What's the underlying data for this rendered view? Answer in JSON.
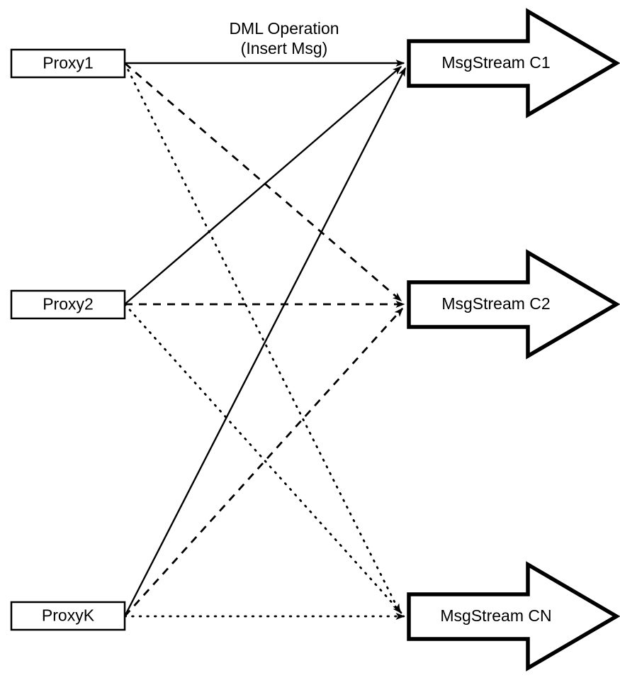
{
  "diagram": {
    "title": "Proxy to MsgStream fan-out diagram",
    "background_color": "#ffffff",
    "stroke_color": "#000000",
    "annotations": {
      "dml_line1": "DML Operation",
      "dml_line2": "(Insert Msg)"
    },
    "proxies": [
      {
        "id": "proxy1",
        "label": "Proxy1"
      },
      {
        "id": "proxy2",
        "label": "Proxy2"
      },
      {
        "id": "proxyK",
        "label": "ProxyK"
      }
    ],
    "streams": [
      {
        "id": "stream-c1",
        "label": "MsgStream C1"
      },
      {
        "id": "stream-c2",
        "label": "MsgStream C2"
      },
      {
        "id": "stream-cn",
        "label": "MsgStream CN"
      }
    ],
    "connections": [
      {
        "from": "Proxy1",
        "to": "MsgStream C1",
        "style": "solid"
      },
      {
        "from": "Proxy1",
        "to": "MsgStream C2",
        "style": "dashed"
      },
      {
        "from": "Proxy1",
        "to": "MsgStream CN",
        "style": "dotted"
      },
      {
        "from": "Proxy2",
        "to": "MsgStream C1",
        "style": "solid"
      },
      {
        "from": "Proxy2",
        "to": "MsgStream C2",
        "style": "dashed"
      },
      {
        "from": "Proxy2",
        "to": "MsgStream CN",
        "style": "dotted"
      },
      {
        "from": "ProxyK",
        "to": "MsgStream C1",
        "style": "solid"
      },
      {
        "from": "ProxyK",
        "to": "MsgStream C2",
        "style": "dashed"
      },
      {
        "from": "ProxyK",
        "to": "MsgStream CN",
        "style": "dotted"
      }
    ]
  }
}
